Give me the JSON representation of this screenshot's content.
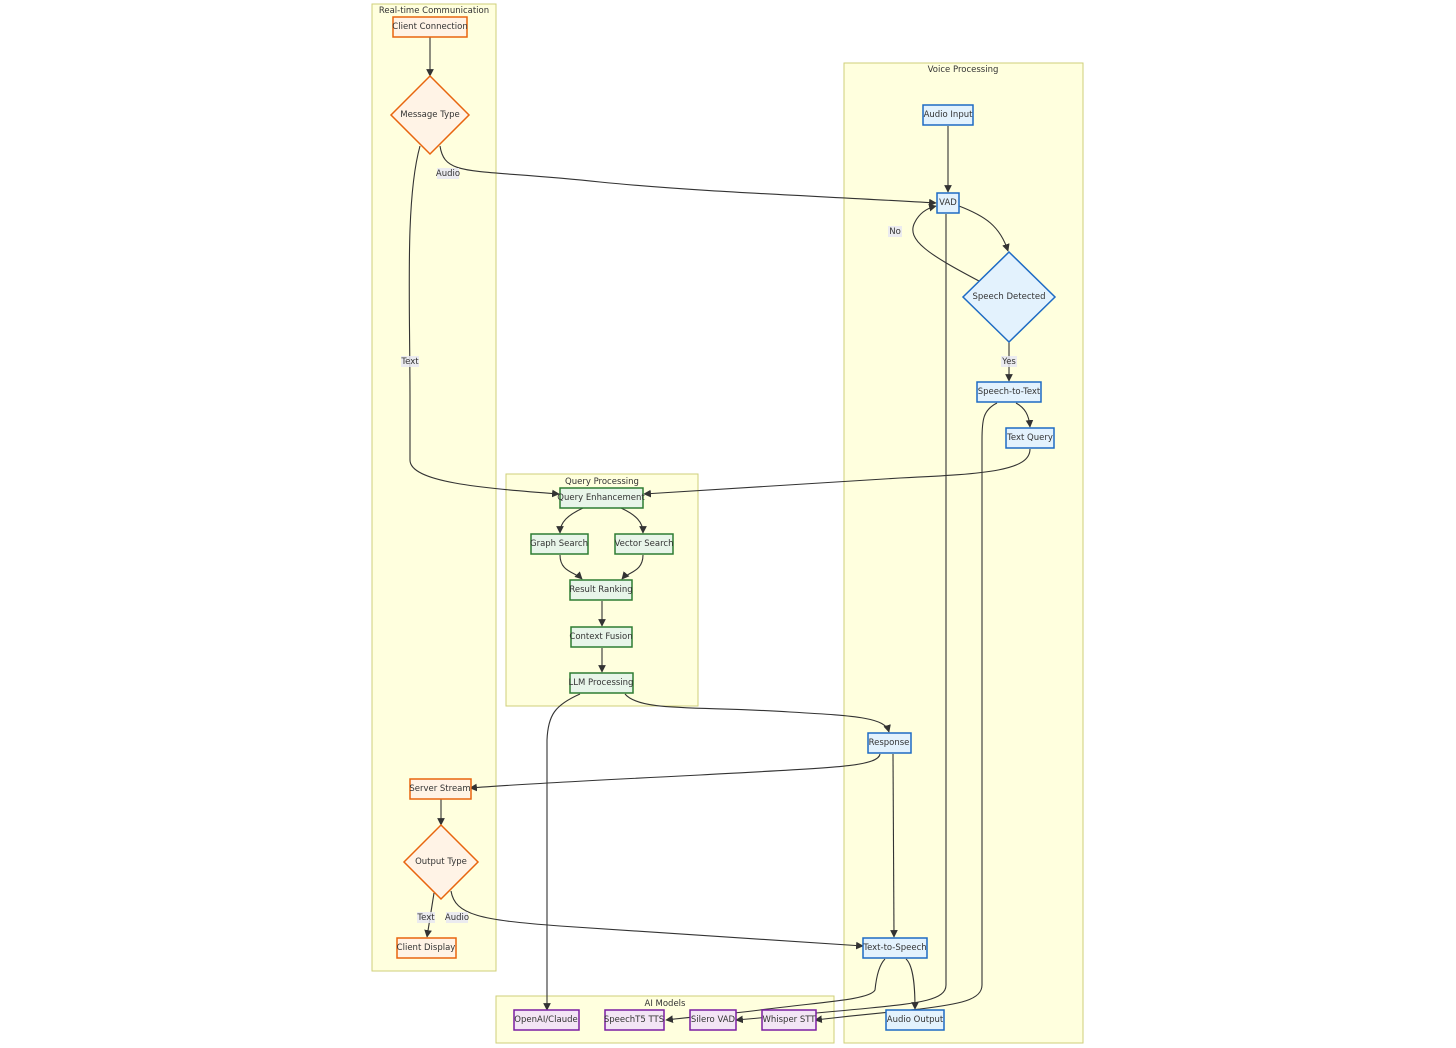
{
  "clusters": {
    "realtime": "Real-time Communication",
    "voice": "Voice Processing",
    "query": "Query Processing",
    "models": "AI Models"
  },
  "nodes": {
    "client_connection": "Client Connection",
    "message_type": "Message Type",
    "server_stream": "Server Stream",
    "output_type": "Output Type",
    "client_display": "Client Display",
    "audio_input": "Audio Input",
    "vad": "VAD",
    "speech_detected": "Speech Detected",
    "speech_to_text": "Speech-to-Text",
    "text_query": "Text Query",
    "response": "Response",
    "text_to_speech": "Text-to-Speech",
    "audio_output": "Audio Output",
    "query_enhancement": "Query Enhancement",
    "graph_search": "Graph Search",
    "vector_search": "Vector Search",
    "result_ranking": "Result Ranking",
    "context_fusion": "Context Fusion",
    "llm_processing": "LLM Processing",
    "openai_claude": "OpenAI/Claude",
    "speecht5_tts": "SpeechT5 TTS",
    "silero_vad": "Silero VAD",
    "whisper_stt": "Whisper STT"
  },
  "edge_labels": {
    "msg_audio": "Audio",
    "msg_text": "Text",
    "speech_no": "No",
    "speech_yes": "Yes",
    "out_text": "Text",
    "out_audio": "Audio"
  },
  "colors": {
    "realtime": "#e8650f",
    "voice": "#1e6bc4",
    "query": "#2e7d32",
    "models": "#7b1fa2"
  }
}
